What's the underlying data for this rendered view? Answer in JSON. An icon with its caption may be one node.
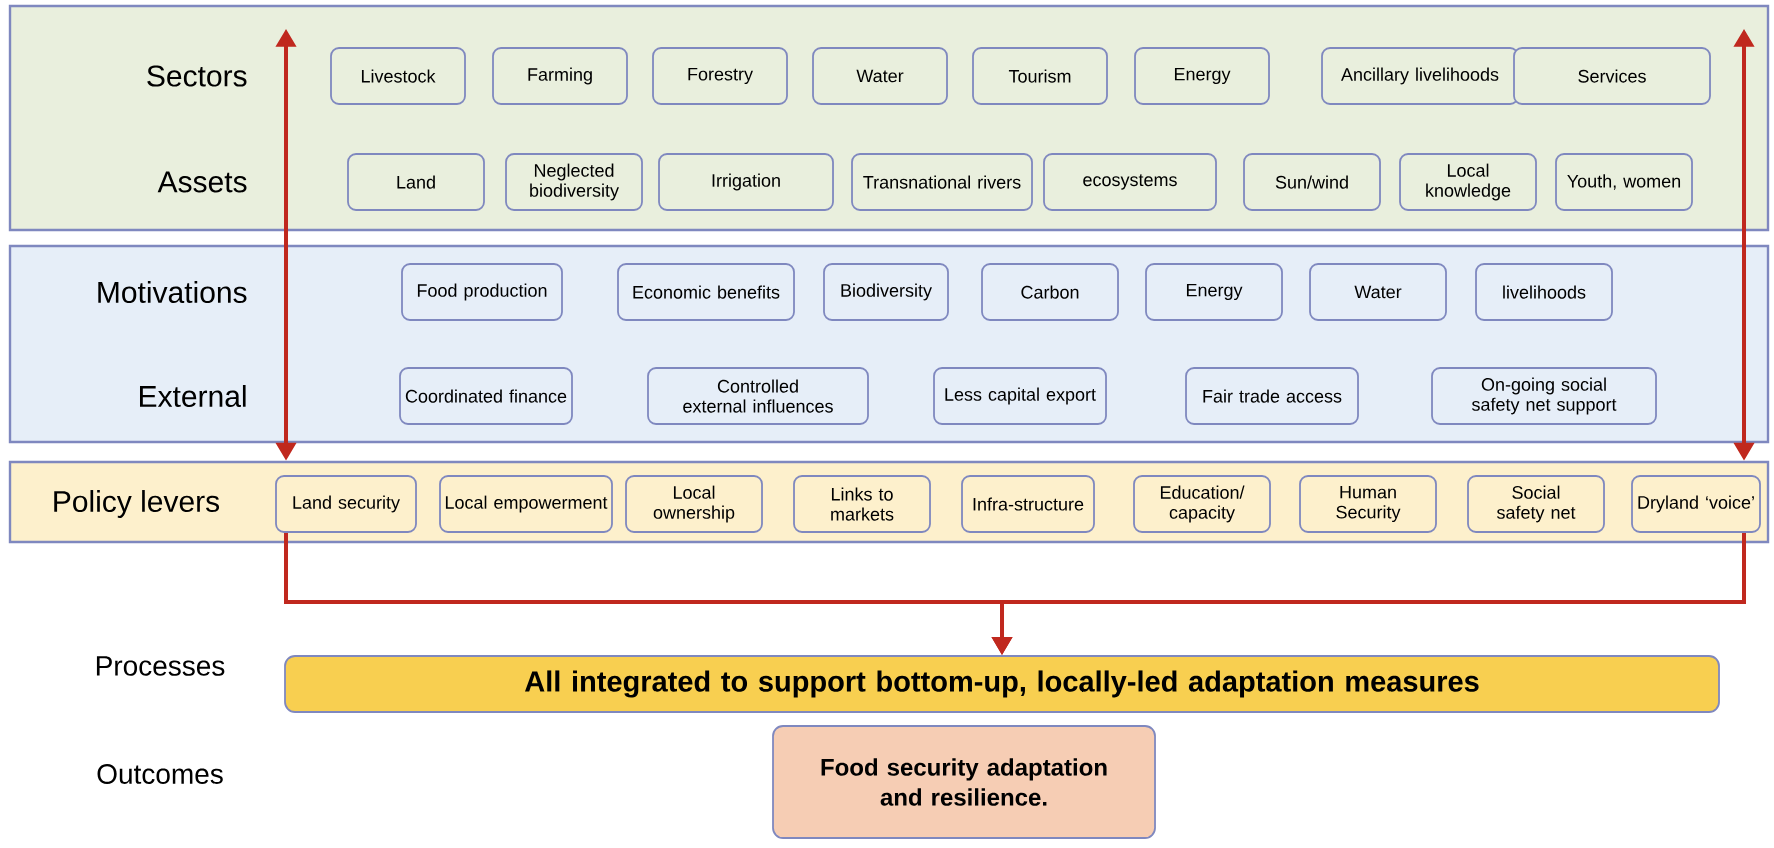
{
  "diagram": {
    "nodes": [
      {
        "text": [
          "Sectors",
          "Assets"
        ]
      },
      {
        "text": [
          "Livestock"
        ],
        "in": 0
      },
      {
        "text": [
          "Farming"
        ],
        "in": 0
      },
      {
        "text": [
          "Forestry"
        ],
        "in": 0
      },
      {
        "text": [
          "Water"
        ],
        "in": 0
      },
      {
        "text": [
          "Tourism"
        ],
        "in": 0
      },
      {
        "text": [
          "Energy"
        ],
        "in": 0
      },
      {
        "text": [
          "Ancillary livelihoods"
        ],
        "in": 0
      },
      {
        "text": [
          "Services"
        ],
        "in": 0
      },
      {
        "text": [
          "Land"
        ],
        "in": 0
      },
      {
        "text": [
          "Neglected biodiversity"
        ],
        "in": 0
      },
      {
        "text": [
          "Irrigation"
        ],
        "in": 0
      },
      {
        "text": [
          "Transnational rivers"
        ],
        "in": 0
      },
      {
        "text": [
          "ecosystems"
        ],
        "in": 0
      },
      {
        "text": [
          "Sun/wind"
        ],
        "in": 0
      },
      {
        "text": [
          "Local knowledge"
        ],
        "in": 0
      },
      {
        "text": [
          "Youth, women"
        ],
        "in": 0
      },
      {
        "text": [
          "Motivations",
          "External"
        ]
      },
      {
        "text": [
          "Food production"
        ],
        "in": 17
      },
      {
        "text": [
          "Economic benefits"
        ],
        "in": 17
      },
      {
        "text": [
          "Biodiversity"
        ],
        "in": 17
      },
      {
        "text": [
          "Carbon"
        ],
        "in": 17
      },
      {
        "text": [
          "Energy"
        ],
        "in": 17
      },
      {
        "text": [
          "Water"
        ],
        "in": 17
      },
      {
        "text": [
          "livelihoods"
        ],
        "in": 17
      },
      {
        "text": [
          "Coordinated finance"
        ],
        "in": 17
      },
      {
        "text": [
          "Controlled external influences"
        ],
        "in": 17
      },
      {
        "text": [
          "Less capital export"
        ],
        "in": 17
      },
      {
        "text": [
          "Fair trade access"
        ],
        "in": 17
      },
      {
        "text": [
          "On-going social safety net support"
        ],
        "in": 17
      },
      {
        "text": [
          "Policy levers"
        ]
      },
      {
        "text": [
          "Land security"
        ],
        "in": 30
      },
      {
        "text": [
          "Local empowerment"
        ],
        "in": 30
      },
      {
        "text": [
          "Local ownership"
        ],
        "in": 30
      },
      {
        "text": [
          "Links to markets"
        ],
        "in": 30
      },
      {
        "text": [
          "Infra-structure"
        ],
        "in": 30
      },
      {
        "text": [
          "Education/ capacity"
        ],
        "in": 30
      },
      {
        "text": [
          "Human Security"
        ],
        "in": 30
      },
      {
        "text": [
          "Social safety net"
        ],
        "in": 30
      },
      {
        "text": [
          "Dryland ‘voice’"
        ],
        "in": 30
      },
      {
        "text": [
          "All integrated to support bottom-up, locally-led adaptation measures"
        ]
      },
      {
        "text": [
          "Food security adaptation and resilience."
        ]
      }
    ],
    "labels": [
      "Processes",
      "Outcomes"
    ],
    "edges": [
      {
        "from": 30,
        "to": 0,
        "arrow": "both"
      },
      {
        "from": 30,
        "to": 0,
        "arrow": "both"
      },
      {
        "from": 31,
        "to": 40,
        "arrow": "to"
      },
      {
        "from": 39,
        "to": 40,
        "arrow": "to"
      }
    ]
  }
}
